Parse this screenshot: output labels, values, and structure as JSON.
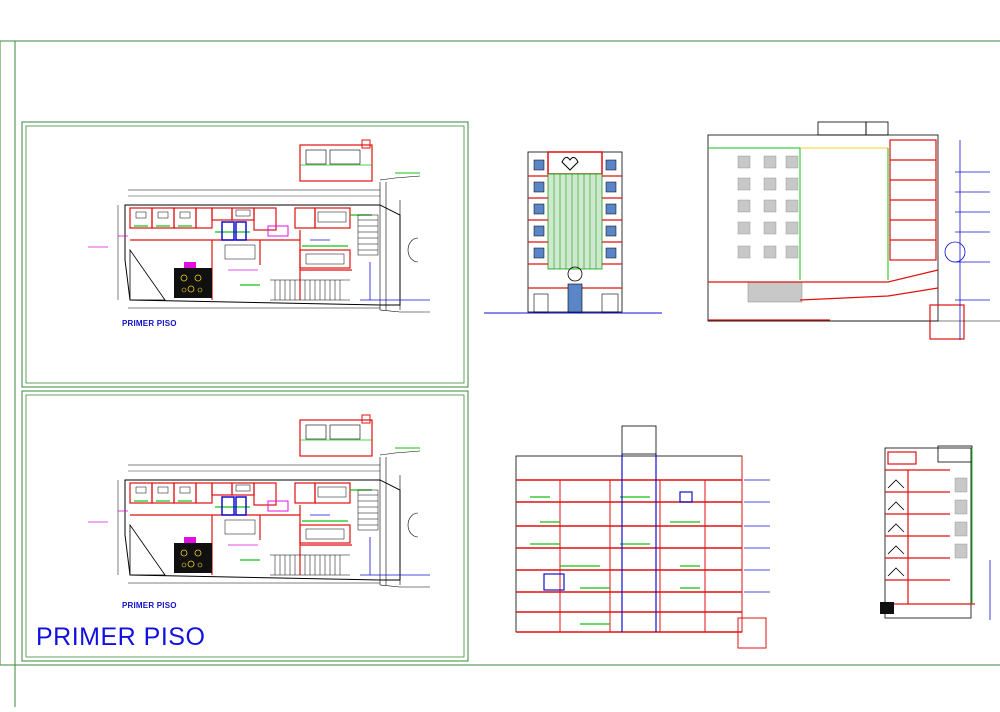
{
  "sheet": {
    "plan_top_label": "PRIMER PISO",
    "plan_bottom_label": "PRIMER PISO",
    "big_title": "PRIMER PISO"
  },
  "colors": {
    "frame": "#3a8a3a",
    "wall": "#e01010",
    "annotation": "#1010d0",
    "dimension": "#00a0d0",
    "furniture": "#10c010",
    "magenta": "#e010e0",
    "ink": "#000000"
  }
}
